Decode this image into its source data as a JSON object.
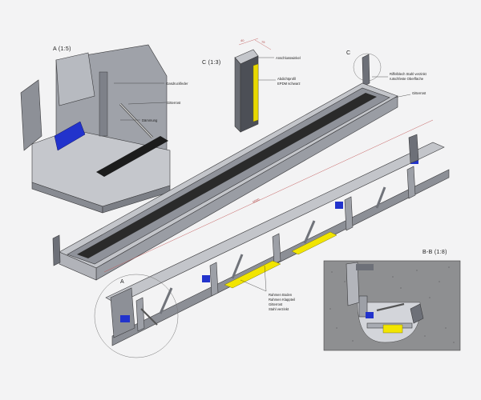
{
  "views": {
    "detail_a": "A (1:5)",
    "detail_c": "C (1:3)",
    "section_bb": "B-B (1:8)"
  },
  "markers": {
    "a": "A",
    "c": "C"
  },
  "callouts": {
    "gasdruckfeder": "Gasdruckfeder",
    "gitterrost_a": "Gitterrost",
    "dämmung": "Dämmung",
    "anschlusswinkel": "Anschlusswinkel",
    "abdichtprofil_1": "Abdichtprofil",
    "abdichtprofil_2": "EPDM schwarz",
    "riffelblech_1": "Riffelblech Stahl verzinkt",
    "riffelblech_2": "rutschfeste Oberfläche",
    "gitterrost_main": "Gitterrost",
    "rahmen_1": "Rahmen Boden",
    "rahmen_2": "Rahmen Klappteil",
    "rahmen_3": "Gitterrost",
    "rahmen_4": "Stahl verzinkt"
  },
  "dimensions": {
    "length": "6000",
    "c_width_1": "40",
    "c_width_2": "75"
  },
  "colors": {
    "steel": "#a9acb3",
    "steel_dark": "#6d7078",
    "steel_light": "#d3d5da",
    "accent_yellow": "#f2e500",
    "accent_blue": "#2233cc",
    "grating": "#1c1c1c",
    "soil": "#8e8f91",
    "dim_line": "#c05050"
  }
}
